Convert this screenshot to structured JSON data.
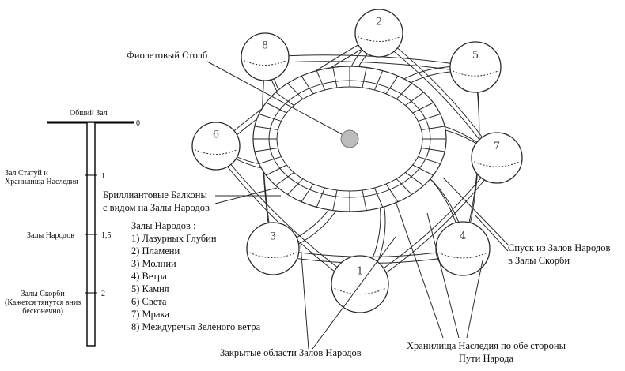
{
  "scale": {
    "top_label": "Общий Зал",
    "levels": [
      {
        "value": "0",
        "label_lines": []
      },
      {
        "value": "1",
        "label_lines": [
          "Зал Статуй и",
          "Хранилища Наследия"
        ]
      },
      {
        "value": "1,5",
        "label_lines": [
          "Залы Народов"
        ]
      },
      {
        "value": "2",
        "label_lines": [
          "Залы Скорби",
          "(Кажется тянутся вниз",
          "бесконечно)"
        ]
      }
    ]
  },
  "callouts": {
    "pillar": "Фиолетовый Столб",
    "balconies": [
      "Бриллиантовые Балконы",
      "с видом на Залы Народов"
    ],
    "descent": [
      "Спуск из Залов Народов",
      "в Залы Скорби"
    ],
    "closed_areas": "Закрытые области Залов Народов",
    "heritage": [
      "Хранилища Наследия по обе стороны",
      "Пути Народа"
    ]
  },
  "legend": {
    "title": "Залы Народов :",
    "items": [
      "1) Лазурных Глубин",
      "2) Пламени",
      "3) Молнии",
      "4) Ветра",
      "5) Камня",
      "6) Света",
      "7) Мрака",
      "8) Междуречья Зелёного ветра"
    ]
  },
  "dome_numbers": [
    "2",
    "5",
    "7",
    "4",
    "1",
    "3",
    "6",
    "8"
  ],
  "colors": {
    "ink": "#2a2a2a",
    "pillar": "#bcbcbc",
    "dome_fill": "#ffffff"
  }
}
